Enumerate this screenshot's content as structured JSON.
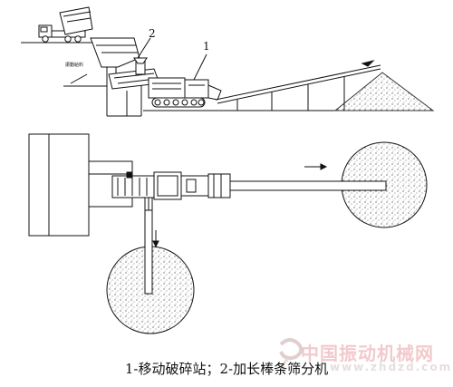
{
  "diagram": {
    "callouts": [
      {
        "id": "1",
        "text": "1"
      },
      {
        "id": "2",
        "text": "2"
      }
    ],
    "feed_tag": "振動給料",
    "caption": "1-移动破碎站；2-加长棒条筛分机",
    "watermark": {
      "text": "中国振动机械网",
      "sub": "www.zhdzd.com",
      "logo": "swirl-logo-icon"
    }
  }
}
